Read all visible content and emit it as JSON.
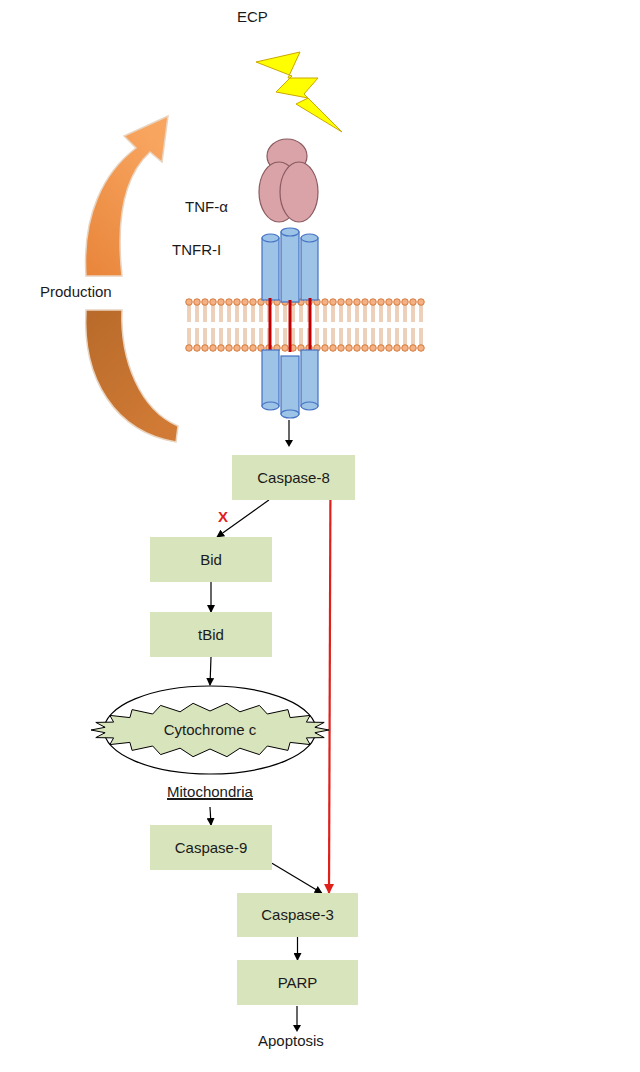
{
  "diagram": {
    "nodes": [
      {
        "text": [
          "Caspase-8"
        ]
      },
      {
        "text": [
          "Bid"
        ]
      },
      {
        "text": [
          "tBid"
        ]
      },
      {
        "text": [
          "Mitochondria"
        ]
      },
      {
        "text": [
          "Cytochrome c"
        ],
        "in": 3
      },
      {
        "text": [
          "Caspase-9"
        ]
      },
      {
        "text": [
          "Caspase-3"
        ]
      },
      {
        "text": [
          "PARP"
        ]
      }
    ],
    "edges": [
      {
        "from": 0,
        "to": 1,
        "arrow": "to"
      },
      {
        "from": 1,
        "to": 2,
        "arrow": "to"
      },
      {
        "from": 2,
        "to": 3,
        "arrow": "to"
      },
      {
        "from": 3,
        "to": 5,
        "arrow": "to"
      },
      {
        "from": 5,
        "to": 6,
        "arrow": "to"
      },
      {
        "from": 0,
        "to": 6,
        "arrow": "to"
      },
      {
        "from": 6,
        "to": 7,
        "arrow": "to"
      }
    ],
    "labels": [
      "ECP",
      "TNF-α",
      "TNFR-I",
      "Production",
      "X",
      "Apoptosis"
    ]
  }
}
